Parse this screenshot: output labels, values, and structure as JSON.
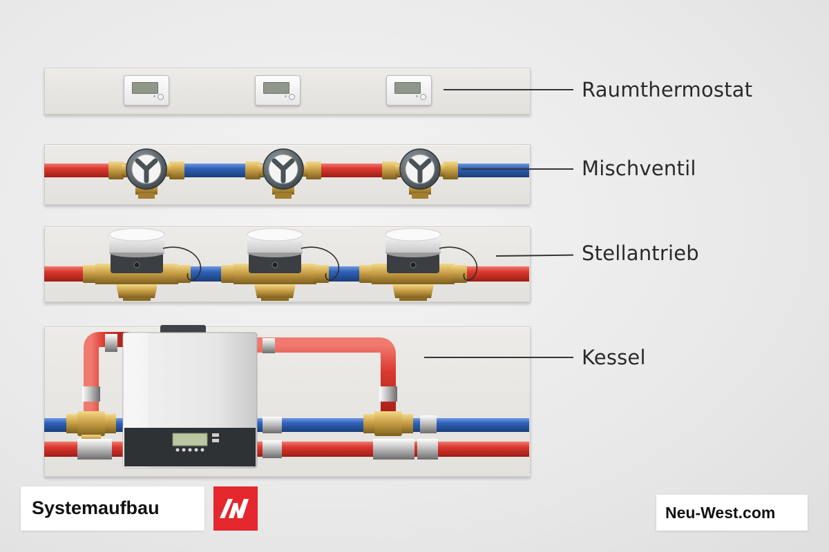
{
  "labels": {
    "thermostat": "Raumthermostat",
    "mixer": "Mischventil",
    "actuator": "Stellantrieb",
    "boiler": "Kessel"
  },
  "footer": {
    "title": "Systemaufbau",
    "logo_icon": "neu-west-logo-icon",
    "website": "Neu-West.com"
  },
  "colors": {
    "hot_pipe": "#d8312a",
    "cold_pipe": "#2f63b8",
    "brass": "#c9a046",
    "logo_red": "#e4262d"
  }
}
